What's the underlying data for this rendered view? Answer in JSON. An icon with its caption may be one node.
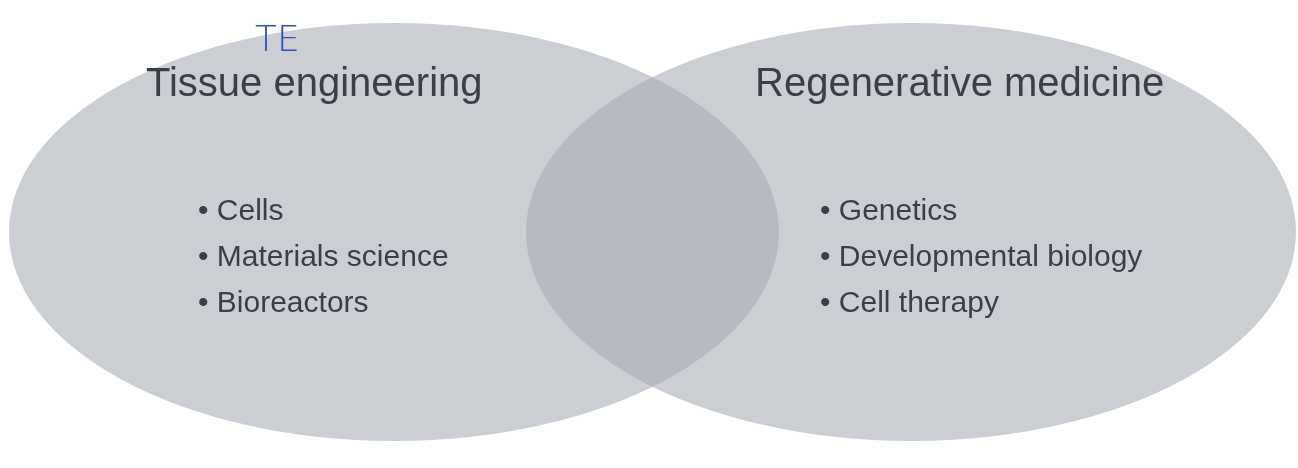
{
  "diagram": {
    "nodes": [
      {
        "text": [
          "Tissue engineering",
          "• Cells",
          "• Materials science",
          "• Bioreactors"
        ]
      },
      {
        "text": [
          "Regenerative medicine",
          "• Genetics",
          "• Developmental biology",
          "• Cell therapy"
        ]
      }
    ],
    "labels": [
      "TE"
    ]
  }
}
